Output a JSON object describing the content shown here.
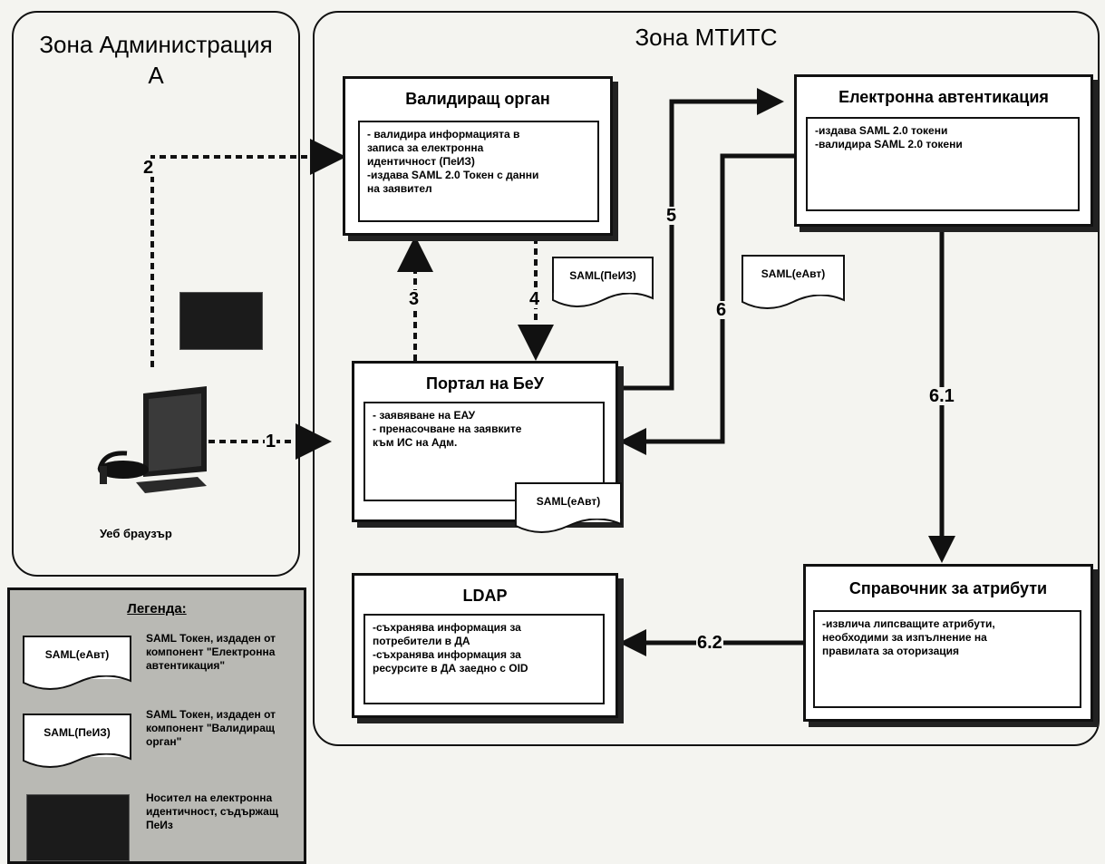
{
  "zones": {
    "admin": {
      "title": "Зона Администрация А"
    },
    "mtits": {
      "title": "Зона МТИТС"
    }
  },
  "boxes": {
    "validator": {
      "title": "Валидиращ орган",
      "lines": [
        "- валидира информацията в",
        "записа за електронна",
        "идентичност (ПеИЗ)",
        "-издава SAML 2.0 Токен с данни",
        "на заявител"
      ]
    },
    "auth": {
      "title": "Електронна автентикация",
      "lines": [
        "-издава SAML 2.0 токени",
        "-валидира SAML 2.0 токени"
      ]
    },
    "portal": {
      "title": "Портал на БеУ",
      "lines": [
        "- заявяване на ЕАУ",
        "- пренасочване на заявките",
        "към ИС на Адм."
      ]
    },
    "ldap": {
      "title": "LDAP",
      "lines": [
        "-съхранява информация за",
        "потребители в ДА",
        "-съхранява информация за",
        "ресурсите в ДА заедно с OID"
      ]
    },
    "attributes": {
      "title": "Справочник за атрибути",
      "lines": [
        "-извлича липсващите атрибути,",
        "необходими за изпълнение на",
        "правилата за оторизация"
      ]
    }
  },
  "documents": {
    "saml_peiz": "SAML(ПеИЗ)",
    "saml_eavt_mid": "SAML(еАвт)",
    "saml_eavt_portal": "SAML(еАвт)"
  },
  "browser": {
    "label": "Уеб браузър"
  },
  "arrows": {
    "a1": "1",
    "a2": "2",
    "a3": "3",
    "a4": "4",
    "a5": "5",
    "a6": "6",
    "a61": "6.1",
    "a62": "6.2"
  },
  "legend": {
    "title": "Легенда:",
    "items": [
      {
        "doc": "SAML(еАвт)",
        "desc": "SAML Токен, издаден от компонент \"Електронна автентикация\""
      },
      {
        "doc": "SAML(ПеИЗ)",
        "desc": "SAML Токен, издаден от компонент \"Валидиращ орган\""
      },
      {
        "doc": "",
        "desc": "Носител на електронна идентичност, съдържащ ПеИз"
      }
    ]
  }
}
